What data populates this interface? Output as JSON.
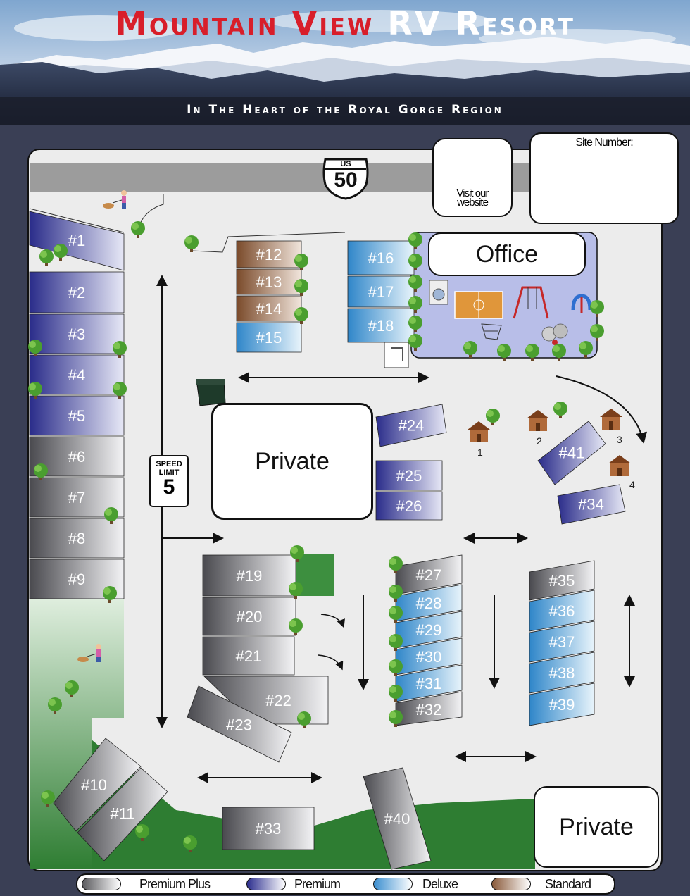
{
  "header": {
    "title_part1": "Mountain View",
    "title_part2": "RV Resort",
    "tagline": "In The Heart of the Royal Gorge Region"
  },
  "highway": {
    "shield_top": "US",
    "shield_number": "50"
  },
  "qr": {
    "caption_line1": "Visit our",
    "caption_line2": "website"
  },
  "site_number_label": "Site Number:",
  "areas": {
    "office": "Office",
    "private_center": "Private",
    "private_corner": "Private"
  },
  "speed_sign": {
    "line1": "SPEED",
    "line2": "LIMIT",
    "value": "5"
  },
  "cabins": [
    "1",
    "2",
    "3",
    "4"
  ],
  "colors": {
    "premium_plus": "#5a5a5e",
    "premium": "#2d2f8f",
    "deluxe": "#3c8fd0",
    "standard": "#8a5a3a",
    "grass": "#2e7d32",
    "road": "#999999",
    "background": "#3a3f55"
  },
  "legend": [
    {
      "label": "Premium Plus",
      "tier": "premium_plus"
    },
    {
      "label": "Premium",
      "tier": "premium"
    },
    {
      "label": "Deluxe",
      "tier": "deluxe"
    },
    {
      "label": "Standard",
      "tier": "standard"
    }
  ],
  "sites": [
    {
      "id": "#1",
      "tier": "premium"
    },
    {
      "id": "#2",
      "tier": "premium"
    },
    {
      "id": "#3",
      "tier": "premium"
    },
    {
      "id": "#4",
      "tier": "premium"
    },
    {
      "id": "#5",
      "tier": "premium"
    },
    {
      "id": "#6",
      "tier": "premium_plus"
    },
    {
      "id": "#7",
      "tier": "premium_plus"
    },
    {
      "id": "#8",
      "tier": "premium_plus"
    },
    {
      "id": "#9",
      "tier": "premium_plus"
    },
    {
      "id": "#10",
      "tier": "premium_plus"
    },
    {
      "id": "#11",
      "tier": "premium_plus"
    },
    {
      "id": "#12",
      "tier": "standard"
    },
    {
      "id": "#13",
      "tier": "standard"
    },
    {
      "id": "#14",
      "tier": "standard"
    },
    {
      "id": "#15",
      "tier": "deluxe"
    },
    {
      "id": "#16",
      "tier": "deluxe"
    },
    {
      "id": "#17",
      "tier": "deluxe"
    },
    {
      "id": "#18",
      "tier": "deluxe"
    },
    {
      "id": "#19",
      "tier": "premium_plus"
    },
    {
      "id": "#20",
      "tier": "premium_plus"
    },
    {
      "id": "#21",
      "tier": "premium_plus"
    },
    {
      "id": "#22",
      "tier": "premium_plus"
    },
    {
      "id": "#23",
      "tier": "premium_plus"
    },
    {
      "id": "#24",
      "tier": "premium"
    },
    {
      "id": "#25",
      "tier": "premium"
    },
    {
      "id": "#26",
      "tier": "premium"
    },
    {
      "id": "#27",
      "tier": "premium_plus"
    },
    {
      "id": "#28",
      "tier": "deluxe"
    },
    {
      "id": "#29",
      "tier": "deluxe"
    },
    {
      "id": "#30",
      "tier": "deluxe"
    },
    {
      "id": "#31",
      "tier": "deluxe"
    },
    {
      "id": "#32",
      "tier": "premium_plus"
    },
    {
      "id": "#33",
      "tier": "premium_plus"
    },
    {
      "id": "#34",
      "tier": "premium"
    },
    {
      "id": "#35",
      "tier": "premium_plus"
    },
    {
      "id": "#36",
      "tier": "deluxe"
    },
    {
      "id": "#37",
      "tier": "deluxe"
    },
    {
      "id": "#38",
      "tier": "deluxe"
    },
    {
      "id": "#39",
      "tier": "deluxe"
    },
    {
      "id": "#40",
      "tier": "premium_plus"
    },
    {
      "id": "#41",
      "tier": "premium"
    }
  ]
}
